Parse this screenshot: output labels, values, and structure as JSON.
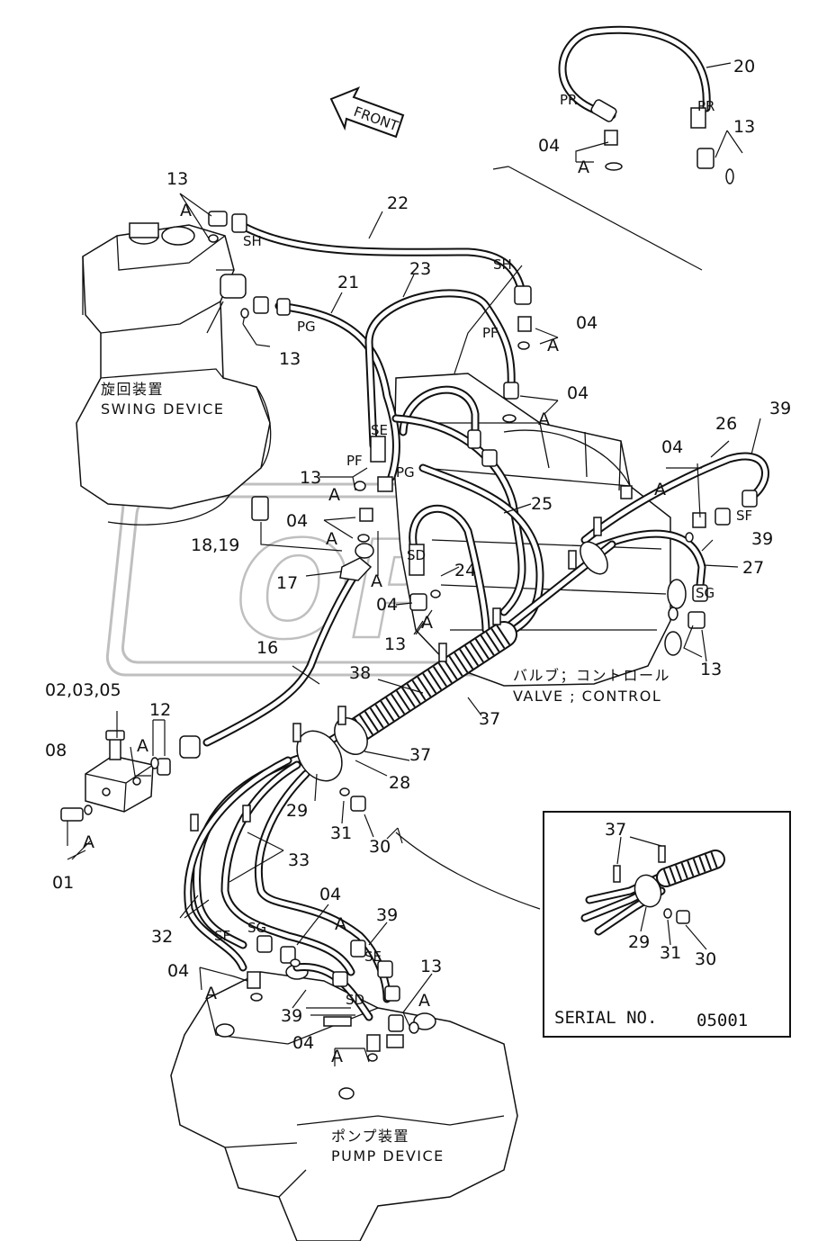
{
  "direction": "FRONT",
  "swing_device": {
    "label_jp": "旋回装置",
    "label_en": "SWING DEVICE"
  },
  "control_valve": {
    "label_jp": "バルブ；コントロール",
    "label_en": "VALVE ; CONTROL"
  },
  "pump_device": {
    "label_jp": "ポンプ装置",
    "label_en": "PUMP DEVICE"
  },
  "inset": {
    "serial_label": "SERIAL NO.",
    "serial_value": "05001"
  },
  "watermark": "OPEX",
  "port_tags": [
    "PR",
    "PR",
    "SH",
    "SH",
    "PG",
    "PG",
    "PF",
    "PF",
    "SE",
    "SE",
    "SD",
    "SD",
    "SF",
    "SF",
    "SG",
    "SG"
  ],
  "part_numbers": [
    "20",
    "13",
    "04",
    "A",
    "22",
    "21",
    "23",
    "04",
    "A",
    "04",
    "A",
    "13",
    "A",
    "13",
    "26",
    "39",
    "04",
    "A",
    "13",
    "A",
    "04",
    "A",
    "A",
    "25",
    "SF",
    "39",
    "27",
    "18,19",
    "17",
    "24",
    "04",
    "13",
    "A",
    "13",
    "16",
    "38",
    "37",
    "02,03,05",
    "12",
    "A",
    "08",
    "37",
    "28",
    "29",
    "31",
    "30",
    "A",
    "01",
    "33",
    "32",
    "04",
    "A",
    "39",
    "04",
    "A",
    "13",
    "A",
    "39",
    "04",
    "A",
    "37",
    "29",
    "31",
    "30"
  ]
}
